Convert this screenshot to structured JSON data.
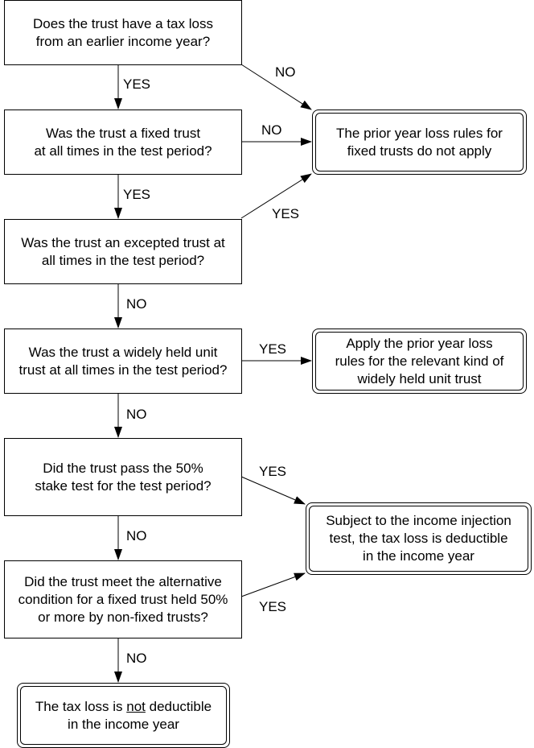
{
  "questions": {
    "q1": [
      "Does the trust have a tax loss",
      "from an earlier income year?"
    ],
    "q2": [
      "Was the trust a fixed trust",
      "at all times in the test period?"
    ],
    "q3": [
      "Was the trust an excepted trust at",
      "all times in the test period?"
    ],
    "q4": [
      "Was the trust a widely held unit",
      "trust at all times in the test period?"
    ],
    "q5": [
      "Did the trust pass the 50%",
      "stake test for the test period?"
    ],
    "q6": [
      "Did the trust meet the alternative",
      "condition for a fixed trust held 50%",
      "or more by non-fixed trusts?"
    ]
  },
  "outcomes": {
    "not_apply": [
      "The prior year loss rules for",
      "fixed trusts do not apply"
    ],
    "widely_held": [
      "Apply the prior year loss",
      "rules for the relevant kind of",
      "widely held unit trust"
    ],
    "deductible": [
      "Subject to the income injection",
      "test, the tax loss is deductible",
      "in the income year"
    ],
    "not_deductible": {
      "pre": "The tax loss is ",
      "emphasis": "not",
      "post": " deductible",
      "line2": "in the income year"
    }
  },
  "labels": {
    "yes": "YES",
    "no": "NO"
  }
}
